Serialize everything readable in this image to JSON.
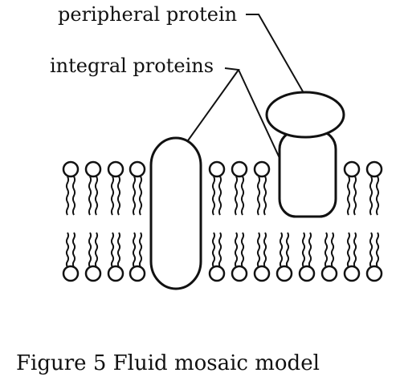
{
  "labels": {
    "peripheral": "peripheral protein",
    "integral": "integral proteins"
  },
  "caption": "Figure 5  Fluid mosaic model",
  "colors": {
    "ink": "#111111",
    "background": "#ffffff"
  }
}
